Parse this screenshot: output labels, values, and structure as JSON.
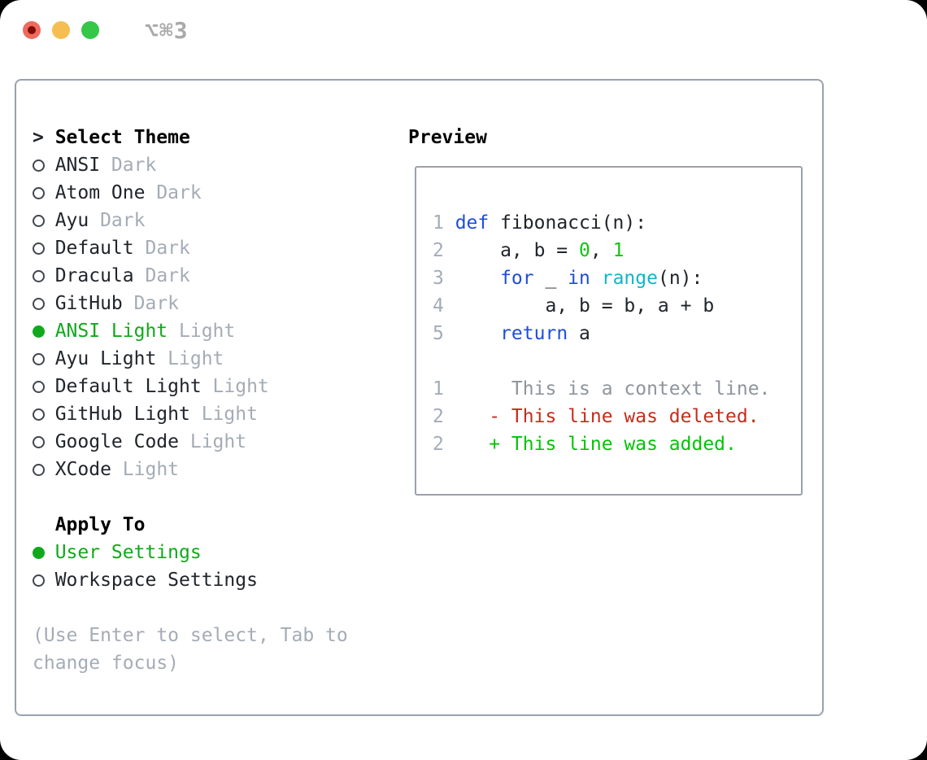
{
  "window": {
    "titlebar_label": "⌥⌘3"
  },
  "traffic_lights": {
    "close_color": "#ee6a5f",
    "close_dot_color": "#7e0d05",
    "minimize_color": "#f6be50",
    "zoom_color": "#34c748"
  },
  "colors": {
    "text": "#20252b",
    "muted": "#a4acb6",
    "ui_selected": "#10a91c",
    "radio_border": "#40464e",
    "keyword": "#1e4fd7",
    "builtin": "#12b5c9",
    "number": "#12c312",
    "context": "#8e959c",
    "deleted": "#c52c1d",
    "added": "#06c206",
    "lineno": "#a4acb6",
    "panel_border": "#99a2ac",
    "titlebar_label": "#a9a9a9"
  },
  "theme_panel": {
    "prompt": ">",
    "title": "Select Theme",
    "themes": [
      {
        "slug": "ansi-dark",
        "name": "ANSI",
        "variant": "Dark",
        "selected": false
      },
      {
        "slug": "atom-one-dark",
        "name": "Atom One",
        "variant": "Dark",
        "selected": false
      },
      {
        "slug": "ayu-dark",
        "name": "Ayu",
        "variant": "Dark",
        "selected": false
      },
      {
        "slug": "default-dark",
        "name": "Default",
        "variant": "Dark",
        "selected": false
      },
      {
        "slug": "dracula-dark",
        "name": "Dracula",
        "variant": "Dark",
        "selected": false
      },
      {
        "slug": "github-dark",
        "name": "GitHub",
        "variant": "Dark",
        "selected": false
      },
      {
        "slug": "ansi-light",
        "name": "ANSI Light",
        "variant": "Light",
        "selected": true
      },
      {
        "slug": "ayu-light",
        "name": "Ayu Light",
        "variant": "Light",
        "selected": false
      },
      {
        "slug": "default-light",
        "name": "Default Light",
        "variant": "Light",
        "selected": false
      },
      {
        "slug": "github-light",
        "name": "GitHub Light",
        "variant": "Light",
        "selected": false
      },
      {
        "slug": "google-code-light",
        "name": "Google Code",
        "variant": "Light",
        "selected": false
      },
      {
        "slug": "xcode-light",
        "name": "XCode",
        "variant": "Light",
        "selected": false
      }
    ],
    "apply_to": {
      "title": "Apply To",
      "options": [
        {
          "slug": "user-settings",
          "label": "User Settings",
          "selected": true
        },
        {
          "slug": "workspace-settings",
          "label": "Workspace Settings",
          "selected": false
        }
      ]
    },
    "help_lines": [
      "(Use Enter to select, Tab to",
      "change focus)"
    ]
  },
  "preview": {
    "title": "Preview",
    "code_lines": [
      {
        "num": "1",
        "segments": [
          {
            "t": "def",
            "c": "keyword"
          },
          {
            "t": " fibonacci(n):",
            "c": "text"
          }
        ]
      },
      {
        "num": "2",
        "segments": [
          {
            "t": "    a, b = ",
            "c": "text"
          },
          {
            "t": "0",
            "c": "number"
          },
          {
            "t": ", ",
            "c": "text"
          },
          {
            "t": "1",
            "c": "number"
          }
        ]
      },
      {
        "num": "3",
        "segments": [
          {
            "t": "    ",
            "c": "text"
          },
          {
            "t": "for",
            "c": "keyword"
          },
          {
            "t": " _ ",
            "c": "text"
          },
          {
            "t": "in",
            "c": "keyword"
          },
          {
            "t": " ",
            "c": "text"
          },
          {
            "t": "range",
            "c": "builtin"
          },
          {
            "t": "(n):",
            "c": "text"
          }
        ]
      },
      {
        "num": "4",
        "segments": [
          {
            "t": "        a, b = b, a + b",
            "c": "text"
          }
        ]
      },
      {
        "num": "5",
        "segments": [
          {
            "t": "    ",
            "c": "text"
          },
          {
            "t": "return",
            "c": "keyword"
          },
          {
            "t": " a",
            "c": "text"
          }
        ]
      },
      {
        "num": "",
        "segments": []
      },
      {
        "num": "1",
        "segments": [
          {
            "t": "     This is a context line.",
            "c": "context"
          }
        ]
      },
      {
        "num": "2",
        "segments": [
          {
            "t": "   - This line was deleted.",
            "c": "deleted"
          }
        ]
      },
      {
        "num": "2",
        "segments": [
          {
            "t": "   + This line was added.",
            "c": "added"
          }
        ]
      }
    ]
  }
}
